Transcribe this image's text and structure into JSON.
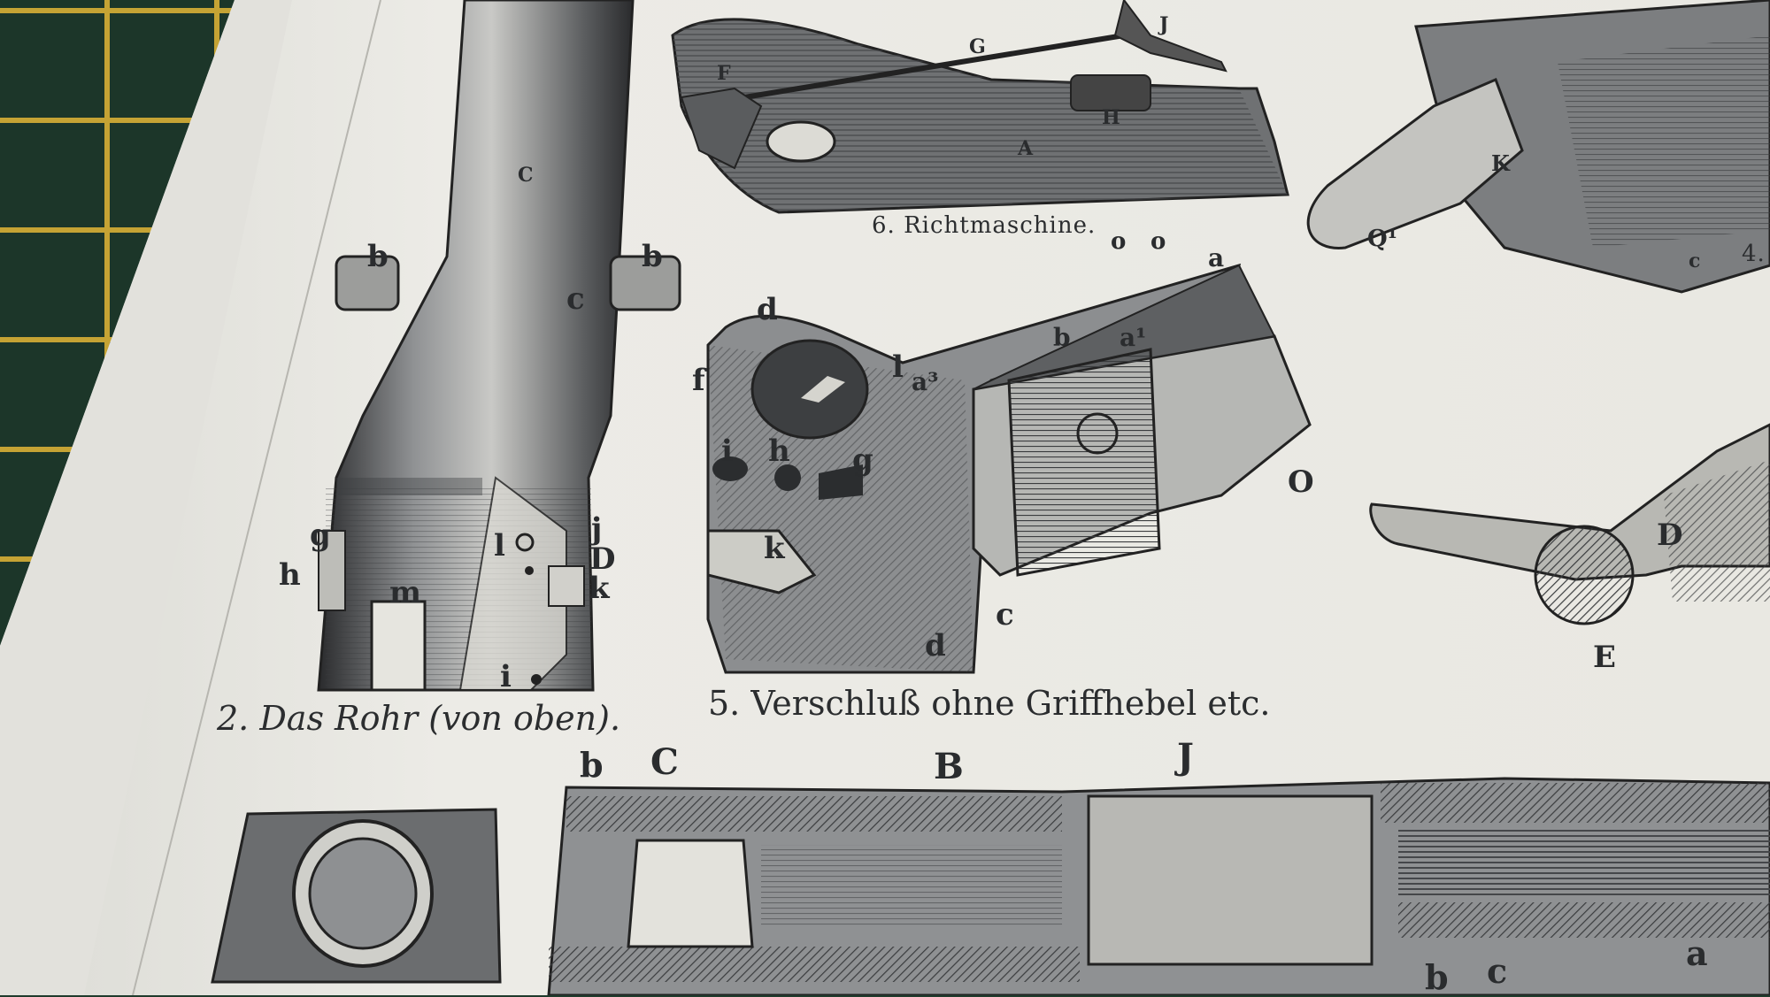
{
  "captions": {
    "richtmaschine": "6. Richtmaschine.",
    "rohr": "2. Das Rohr (von oben).",
    "verschluss": "5. Verschluß ohne Griffhebel etc.",
    "fig4": "4."
  },
  "labels": {
    "rohr": [
      "b",
      "b",
      "c",
      "C",
      "g",
      "h",
      "m",
      "l",
      "j",
      "D",
      "k",
      "i"
    ],
    "verschluss": [
      "d",
      "f",
      "l",
      "a³",
      "o",
      "o",
      "a",
      "b",
      "a¹",
      "i",
      "h",
      "g",
      "k",
      "c",
      "d",
      "O"
    ],
    "richtmaschine": [
      "G",
      "F",
      "H",
      "A",
      "J"
    ],
    "lower": [
      "b",
      "C",
      "B",
      "J",
      "b",
      "c",
      "a"
    ],
    "right": [
      "D",
      "E",
      "Q¹",
      "K",
      "c"
    ]
  }
}
